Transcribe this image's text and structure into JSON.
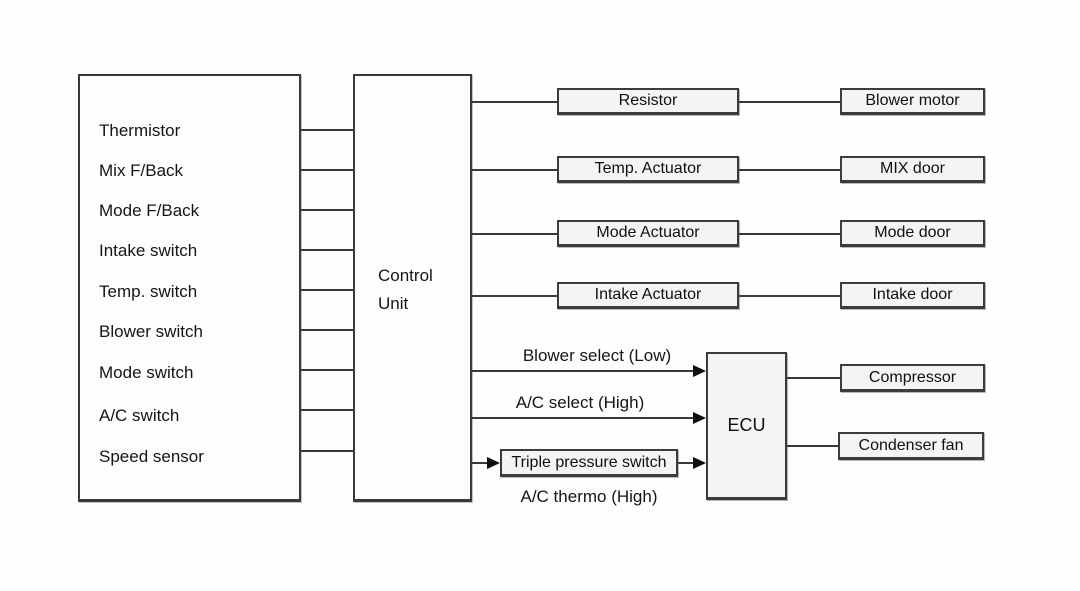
{
  "diagram": {
    "title_semantic": "HVAC control unit block diagram",
    "inputs": [
      "Thermistor",
      "Mix F/Back",
      "Mode F/Back",
      "Intake switch",
      "Temp. switch",
      "Blower switch",
      "Mode switch",
      "A/C switch",
      "Speed sensor"
    ],
    "control_unit": {
      "line1": "Control",
      "line2": "Unit"
    },
    "actuator_rows": [
      {
        "driver": "Resistor",
        "target": "Blower motor"
      },
      {
        "driver": "Temp. Actuator",
        "target": "MIX door"
      },
      {
        "driver": "Mode Actuator",
        "target": "Mode door"
      },
      {
        "driver": "Intake Actuator",
        "target": "Intake door"
      }
    ],
    "ecu": {
      "label": "ECU",
      "signal1": "Blower select (Low)",
      "signal2": "A/C select (High)",
      "pressure_switch_box": "Triple pressure switch",
      "signal3_below": "A/C thermo (High)",
      "output1": "Compressor",
      "output2": "Condenser fan"
    },
    "colors": {
      "line": "#3a3a3a",
      "box_fill": "#f4f4f4",
      "background": "#fefefe",
      "text": "#151515"
    }
  }
}
